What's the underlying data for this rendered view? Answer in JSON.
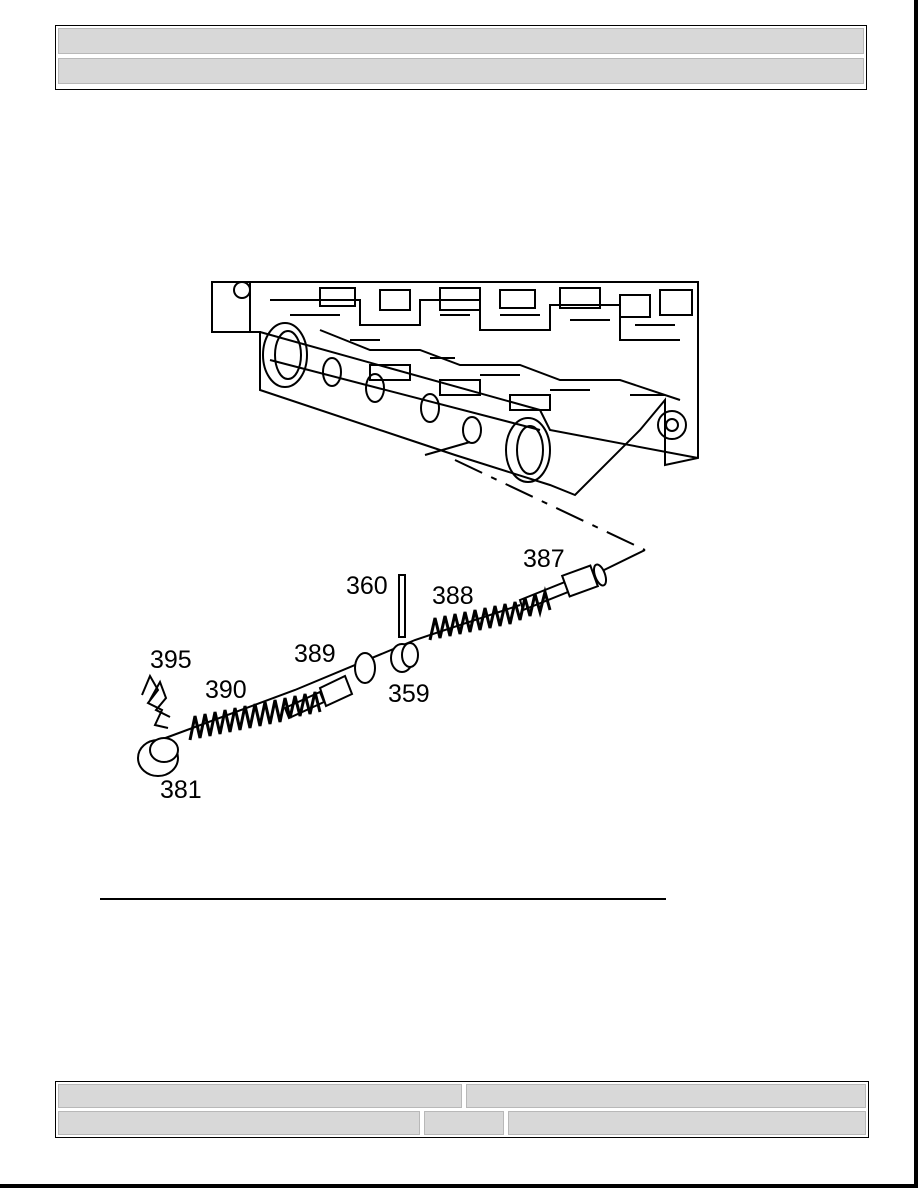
{
  "header": {
    "row1": "",
    "row2": ""
  },
  "figure": {
    "callouts": {
      "c387": "387",
      "c360": "360",
      "c388": "388",
      "c389": "389",
      "c395": "395",
      "c390": "390",
      "c359": "359",
      "c381": "381"
    }
  },
  "footer": {
    "cell1": "",
    "cell2": "",
    "cell3": "",
    "cell4": "",
    "cell5": ""
  }
}
